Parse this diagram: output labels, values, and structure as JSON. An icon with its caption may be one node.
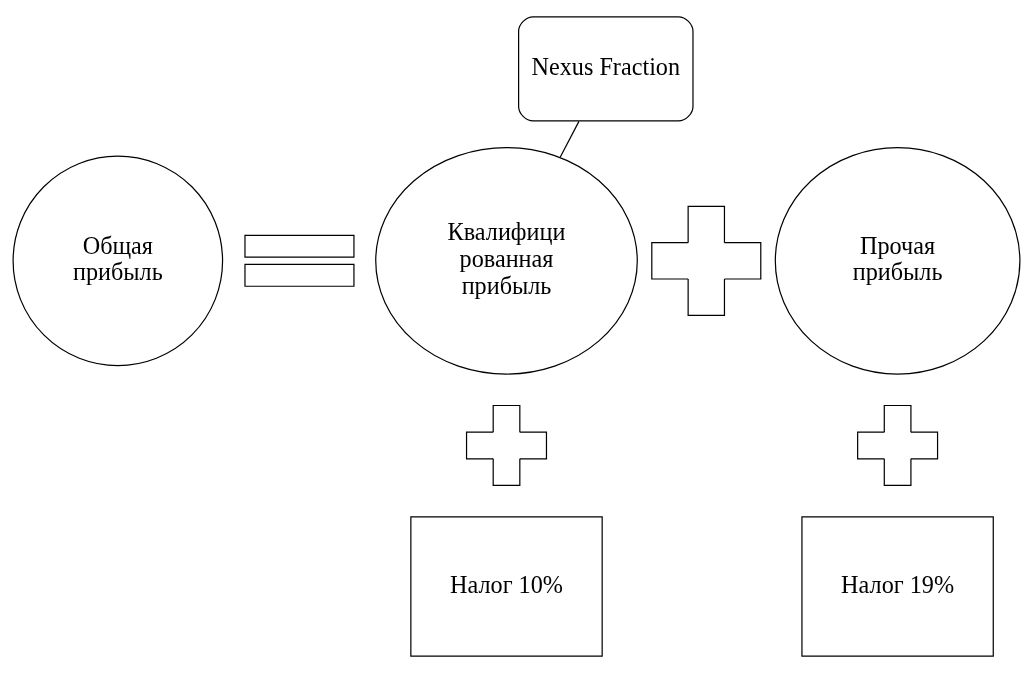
{
  "diagram": {
    "nodes": [
      {
        "text": [
          "Nexus Fraction"
        ]
      },
      {
        "text": [
          "Общая прибыль"
        ]
      },
      {
        "text": [],
        "shape": "equals"
      },
      {
        "text": [
          "Квалифици рованная прибыль"
        ]
      },
      {
        "text": [],
        "shape": "plus"
      },
      {
        "text": [
          "Прочая прибыль"
        ]
      },
      {
        "text": [],
        "shape": "cross"
      },
      {
        "text": [],
        "shape": "cross"
      },
      {
        "text": [
          "Налог 10%"
        ]
      },
      {
        "text": [
          "Налог 19%"
        ]
      }
    ],
    "edges": [
      {
        "from": 0,
        "to": 3,
        "arrow": "none"
      }
    ]
  }
}
